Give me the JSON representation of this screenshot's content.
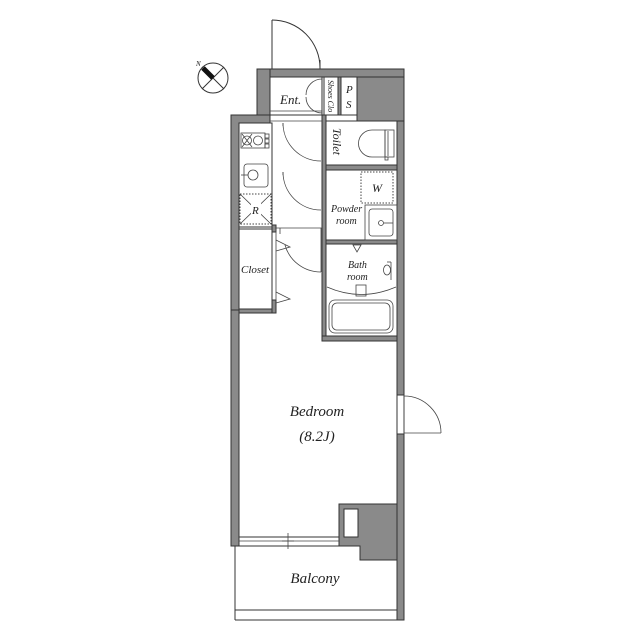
{
  "floorplan": {
    "compass": {
      "label": "N"
    },
    "rooms": {
      "entrance": "Ent.",
      "shoes_closet": "Shoes Clo",
      "pipe_space_p": "P",
      "pipe_space_s": "S",
      "toilet": "Toilet",
      "washer": "W",
      "powder_room_line1": "Powder",
      "powder_room_line2": "room",
      "refrigerator": "R",
      "closet": "Closet",
      "bath_line1": "Bath",
      "bath_line2": "room",
      "bedroom": "Bedroom",
      "bedroom_size": "(8.2J)",
      "balcony": "Balcony"
    },
    "colors": {
      "wall": "#8a8a8a",
      "line": "#333333",
      "background": "#ffffff"
    }
  }
}
